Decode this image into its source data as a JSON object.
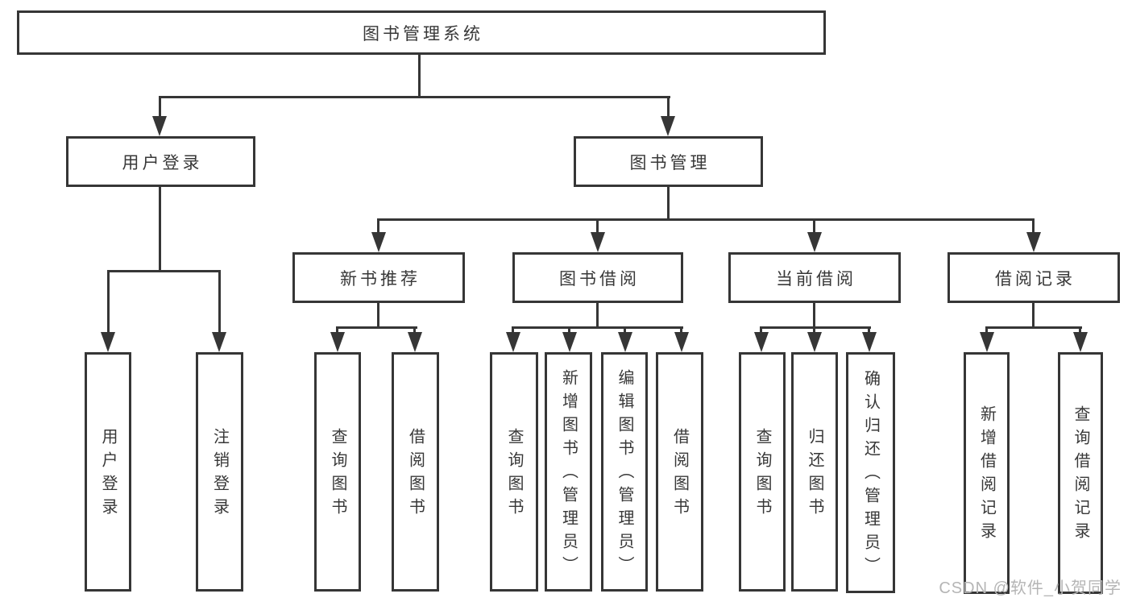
{
  "diagram_type": "hierarchy-tree",
  "colors": {
    "line": "#363636",
    "box_border": "#363636",
    "text": "#383838",
    "background": "#ffffff",
    "watermark_text": "#b5b5b5"
  },
  "tree": {
    "label": "图书管理系统",
    "children": [
      {
        "label": "用户登录",
        "children": [
          {
            "label": "用户登录"
          },
          {
            "label": "注销登录"
          }
        ]
      },
      {
        "label": "图书管理",
        "children": [
          {
            "label": "新书推荐",
            "children": [
              {
                "label": "查询图书"
              },
              {
                "label": "借阅图书"
              }
            ]
          },
          {
            "label": "图书借阅",
            "children": [
              {
                "label": "查询图书"
              },
              {
                "label": "新增图书（管理员）"
              },
              {
                "label": "编辑图书（管理员）"
              },
              {
                "label": "借阅图书"
              }
            ]
          },
          {
            "label": "当前借阅",
            "children": [
              {
                "label": "查询图书"
              },
              {
                "label": "归还图书"
              },
              {
                "label": "确认归还（管理员）"
              }
            ]
          },
          {
            "label": "借阅记录",
            "children": [
              {
                "label": "新增借阅记录"
              },
              {
                "label": "查询借阅记录"
              }
            ]
          }
        ]
      }
    ]
  },
  "watermark": "CSDN @软件_小贺同学"
}
